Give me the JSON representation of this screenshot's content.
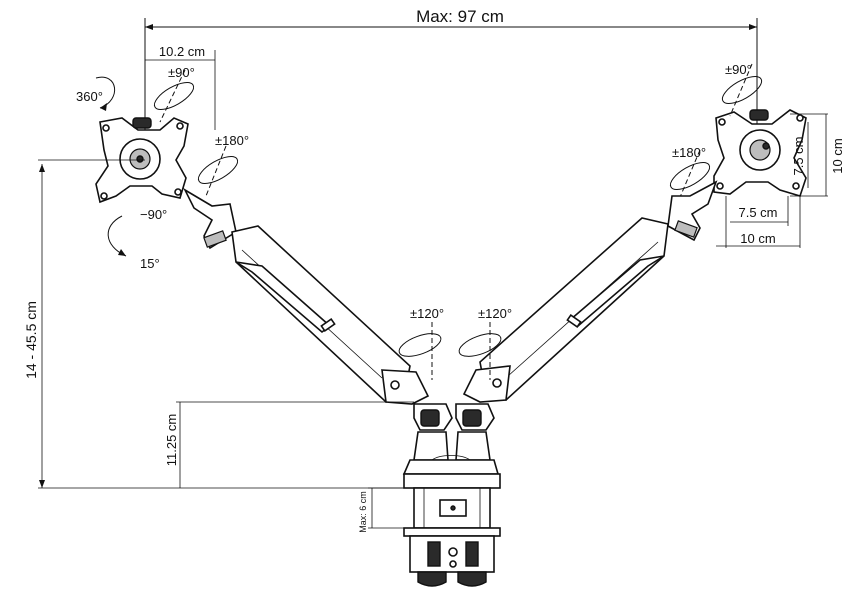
{
  "dimensions": {
    "max_width": "Max: 97 cm",
    "left_plate_width": "10.2 cm",
    "height_range": "14 - 45.5 cm",
    "pole_height": "11.25 cm",
    "clamp_max": "Max: 6 cm",
    "vesa_small_h": "7.5 cm",
    "vesa_large_h": "10 cm",
    "vesa_small_v": "7.5 cm",
    "vesa_large_v": "10 cm"
  },
  "rotations": {
    "left_tilt": "±90°",
    "left_rotate": "360°",
    "left_swivel": "±180°",
    "left_down": "−90°",
    "left_up": "15°",
    "right_tilt": "±90°",
    "right_swivel": "±180°",
    "base_left": "±120°",
    "base_right": "±120°"
  },
  "colors": {
    "line": "#111111",
    "background": "#ffffff"
  }
}
